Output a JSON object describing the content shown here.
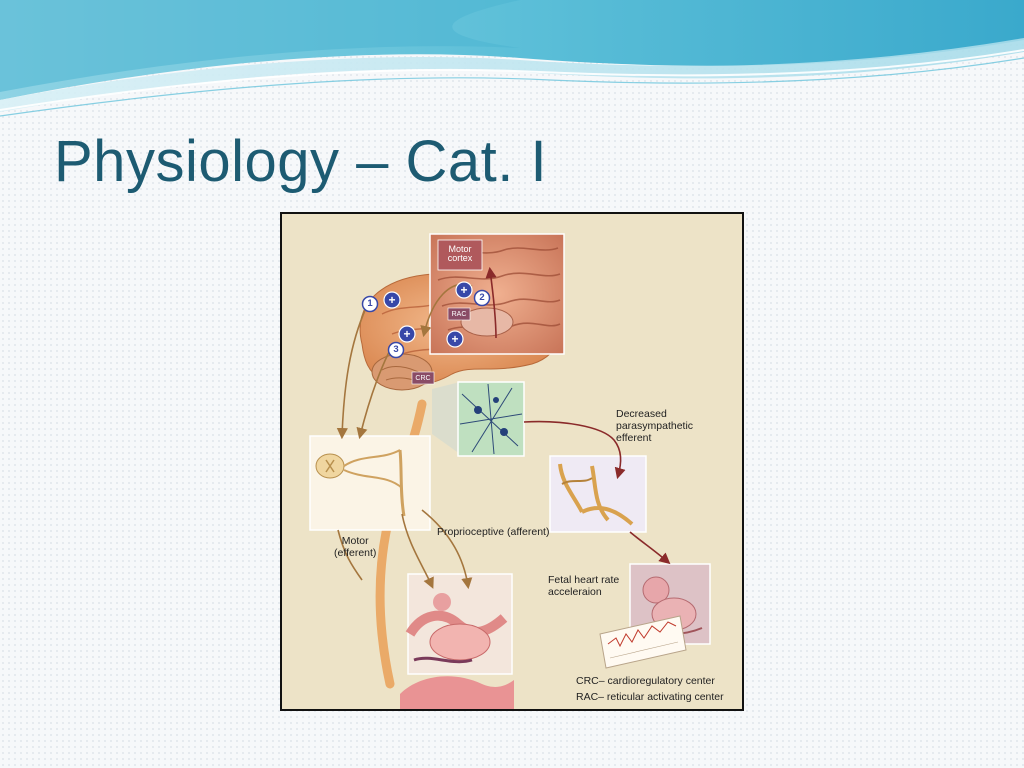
{
  "slide": {
    "title": "Physiology – Cat. I"
  },
  "diagram": {
    "box_labels": {
      "motor_cortex": "Motor\ncortex",
      "rac": "RAC",
      "crc": "CRC"
    },
    "markers": {
      "plus_symbol": "+",
      "step_1": "1",
      "step_2": "2",
      "step_3": "3"
    },
    "labels": {
      "decreased_parasympathetic": "Decreased\nparasympathetic\nefferent",
      "motor_efferent": "Motor\n(efferent)",
      "proprioceptive": "Proprioceptive (afferent)",
      "fetal_heart_rate": "Fetal heart rate\nacceleraion",
      "crc_legend": "CRC– cardioregulatory center",
      "rac_legend": "RAC– reticular activating center"
    },
    "colors": {
      "figure_bg": "#ede3c7",
      "brain": "#e8a070",
      "nerve_path": "#a4763e",
      "efferent_arrow": "#8a2a2a",
      "marker_blue": "#3848a8",
      "title": "#1d5b72"
    }
  }
}
